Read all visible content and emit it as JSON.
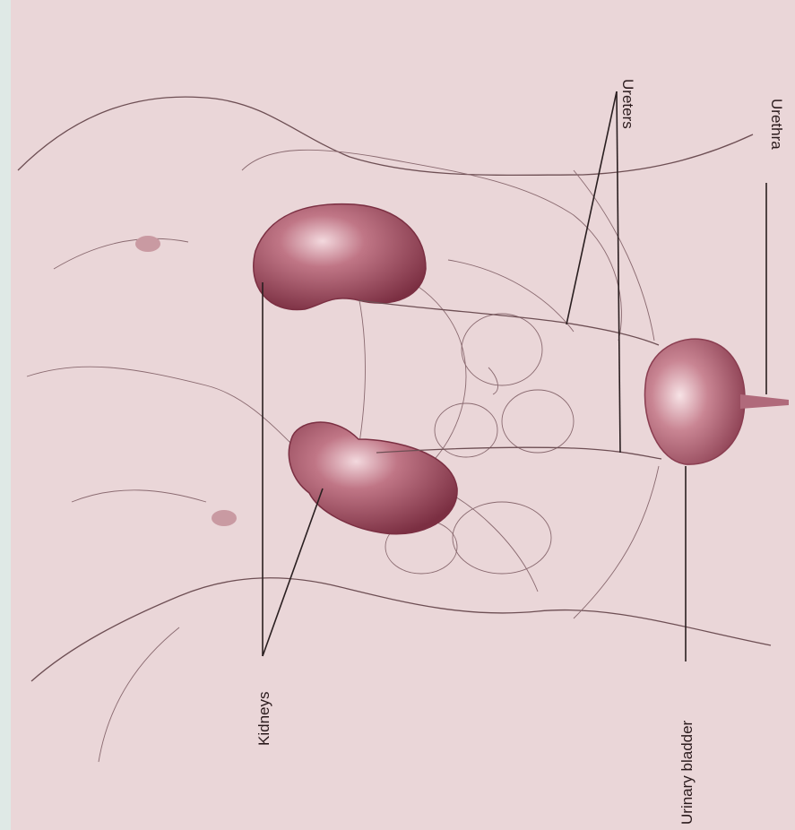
{
  "labels": {
    "kidneys": "Kidneys",
    "ureters": "Ureters",
    "urinary_bladder": "Urinary bladder",
    "urethra": "Urethra"
  },
  "colors": {
    "background": "#ead6d8",
    "organ": "#a9586a",
    "organ_dark": "#7b2f42",
    "line": "#2a1f20"
  }
}
